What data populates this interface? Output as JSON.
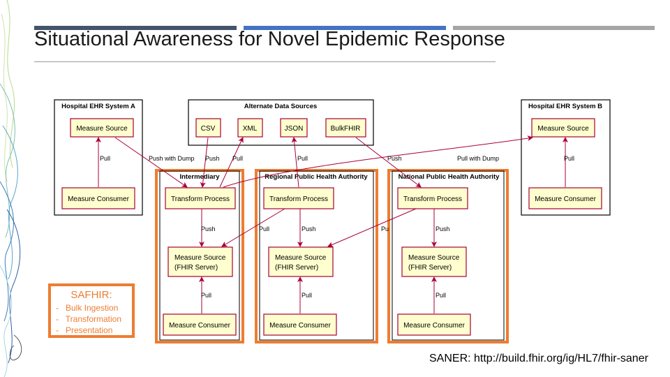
{
  "slide": {
    "title": "Situational Awareness for Novel Epidemic Response",
    "footer": "SANER: http://build.fhir.org/ig/HL7/fhir-saner",
    "accent_colors": [
      "#44546a",
      "#4472c4",
      "#a5a5a5"
    ],
    "highlight_color": "#ed7d31"
  },
  "diagram": {
    "containers": {
      "hospital_a": "Hospital EHR System A",
      "alternate": "Alternate Data Sources",
      "hospital_b": "Hospital EHR System B",
      "intermediary": "Intermediary",
      "regional": "Regional Public Health Authority",
      "national": "National Public Health Authority"
    },
    "nodes": {
      "a_source": "Measure Source",
      "a_consumer": "Measure Consumer",
      "csv": "CSV",
      "xml": "XML",
      "json": "JSON",
      "bulkfhir": "BulkFHIR",
      "b_source": "Measure Source",
      "b_consumer": "Measure Consumer",
      "i_transform": "Transform Process",
      "i_source_1": "Measure Source",
      "i_source_2": "(FHIR Server)",
      "i_consumer": "Measure Consumer",
      "r_transform": "Transform Process",
      "r_source_1": "Measure Source",
      "r_source_2": "(FHIR Server)",
      "r_consumer": "Measure Consumer",
      "n_transform": "Transform Process",
      "n_source_1": "Measure Source",
      "n_source_2": "(FHIR Server)",
      "n_consumer": "Measure Consumer"
    },
    "edge_labels": {
      "a_pull": "Pull",
      "push_with_dump_a": "Push with Dump",
      "csv_push": "Push",
      "xml_pull": "Pull",
      "json_pull": "Pull",
      "bulk_push": "Push",
      "push_with_dump_b": "Pull with Dump",
      "b_pull": "Pull",
      "i_push": "Push",
      "i_pull": "Pull",
      "r_pull_cross": "Pull",
      "r_push": "Push",
      "r_pull": "Pull",
      "n_pull_cross": "Pu",
      "n_push": "Push",
      "n_pull": "Pull"
    }
  },
  "safhir": {
    "title": "SAFHIR:",
    "items": [
      "Bulk Ingestion",
      "Transformation",
      "Presentation"
    ]
  }
}
